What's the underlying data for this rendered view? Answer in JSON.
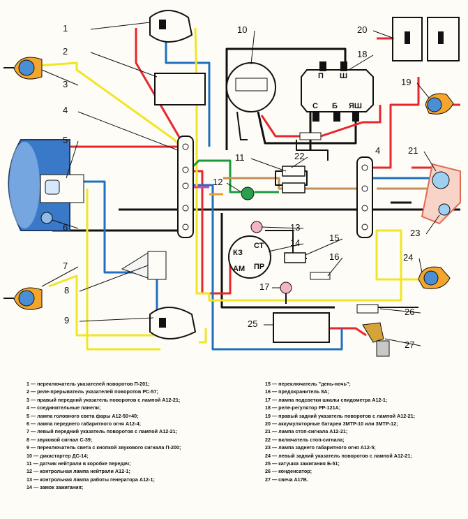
{
  "callouts": [
    "1",
    "2",
    "3",
    "4",
    "5",
    "6",
    "7",
    "8",
    "9",
    "10",
    "11",
    "12",
    "13",
    "14",
    "15",
    "16",
    "17",
    "18",
    "19",
    "20",
    "21",
    "22",
    "23",
    "24",
    "25",
    "26",
    "27"
  ],
  "callout_4b": "4",
  "relay_labels": {
    "p": "П",
    "sh": "Ш",
    "s": "С",
    "b": "Б",
    "yash": "ЯШ"
  },
  "ignition_labels": {
    "kz": "КЗ",
    "st": "СТ",
    "am": "АМ",
    "pr": "ПР"
  },
  "legend_left": [
    "1 — переключатель указателей поворотов П-201;",
    "2 — реле-прерыватель указателей поворотов РС-57;",
    "3 — правый передний указатель поворотов с лампой А12-21;",
    "4 — соединительные панели;",
    "5 — лампа головного света фары А12-50+40;",
    "6 — лампа переднего габаритного огня А12-4;",
    "7 — левый передний указатель поворотов с лампой А12-21;",
    "8 — звуковой сигнал С-39;",
    "9 — переключатель света с кнопкой звукового сигнала П-200;",
    "10 — дикастартер ДС-14;",
    "11 — датчик нейтрали в коробке передач;",
    "12 — контрольная лампа нейтрали А12-1;",
    "13 — контрольная лампа работы генератора А12-1;",
    "14 — замок зажигания;"
  ],
  "legend_right": [
    "15 — переключатель \"день-ночь\";",
    "16 — предохранитель 8А;",
    "17 — лампа подсветки шкалы спидометра А12-1;",
    "18 — реле-регулятор РР-121А;",
    "19 — правый задний указатель поворотов с лампой А12-21;",
    "20 — аккумуляторные батареи 3МТР-10 или 3МТР-12;",
    "21 — лампа стоп-сигнала А12-21;",
    "22 — включатель стоп-сигнала;",
    "23 — лампа заднего габаритного огня А12-5;",
    "24 — левый задний указатель поворотов с лампой А12-21;",
    "25 — катушка зажигания Б-51;",
    "26 — конденсатор;",
    "27 — свеча А17В."
  ],
  "colors": {
    "red": "#e8262c",
    "blue": "#1e6fc0",
    "yellow": "#f2e526",
    "green": "#1b9a3c",
    "black": "#111111",
    "brown": "#c2905a",
    "pink": "#d94aa0",
    "orange": "#f09a2a"
  }
}
